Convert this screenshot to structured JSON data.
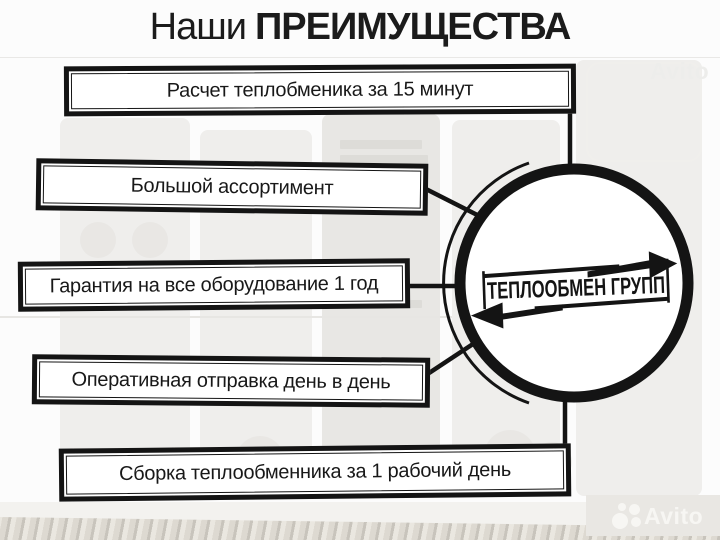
{
  "title": {
    "prefix": "Наши",
    "emphasis": "ПРЕИМУЩЕСТВА"
  },
  "advantages": [
    {
      "label": "Расчет теплобменика за 15 минут"
    },
    {
      "label": "Большой ассортимент"
    },
    {
      "label": "Гарантия на все оборудование 1 год"
    },
    {
      "label": "Оперативная отправка день в день"
    },
    {
      "label": "Сборка теплообменника за 1 рабочий день"
    }
  ],
  "logo": {
    "company": "ТЕПЛООБМЕН ГРУПП"
  },
  "watermarks": {
    "top_right": "Avito",
    "bottom_right": "Avito"
  },
  "colors": {
    "ink": "#141414",
    "box_bg": "#ffffff",
    "page_bg": "#fcfcfc",
    "stripe_light": "#eae7e0",
    "stripe_dark": "#c8c4bc",
    "watermark": "#f7f6f3"
  }
}
